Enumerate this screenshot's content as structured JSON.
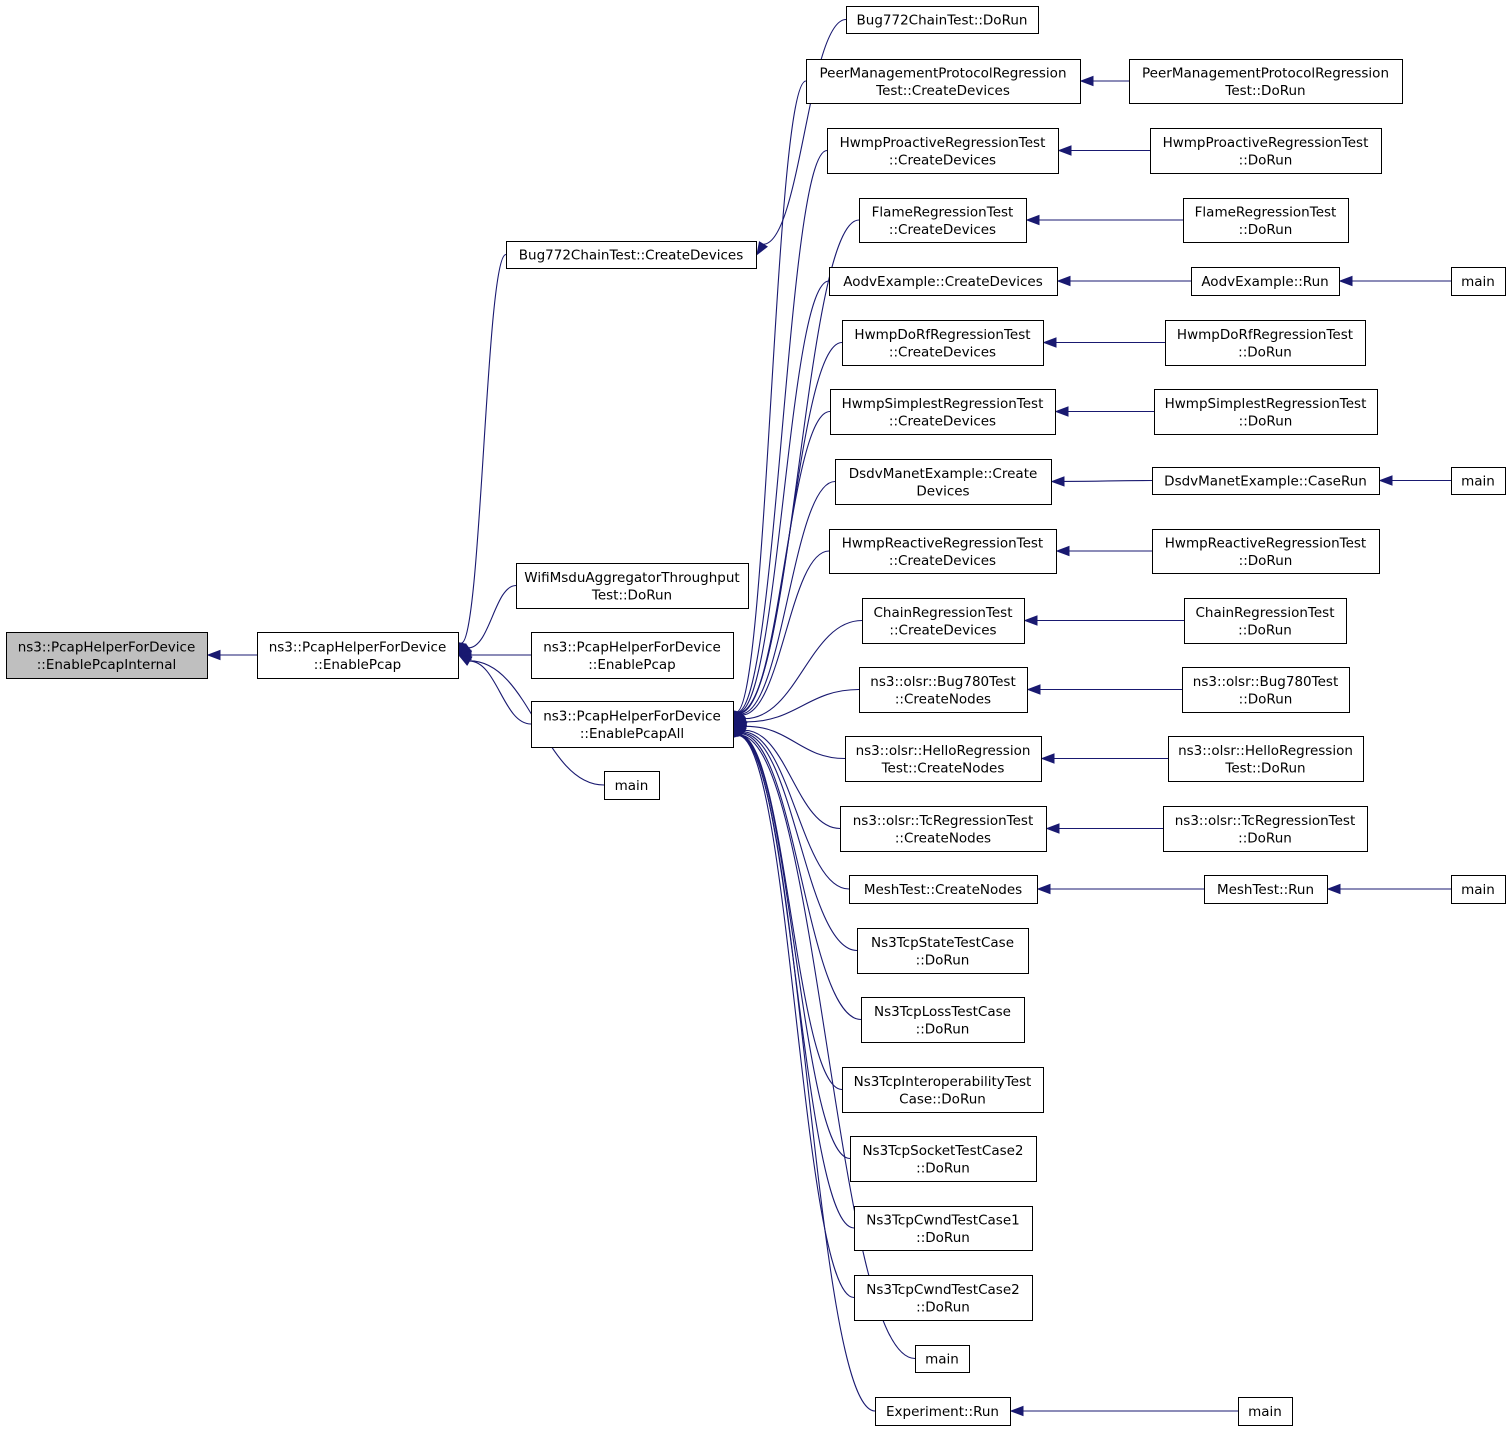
{
  "colors": {
    "edge": "#191970",
    "root_fill": "#bfbfbf",
    "node_fill": "#ffffff",
    "node_border": "#000000"
  },
  "nodes": [
    {
      "id": "root",
      "lines": [
        "ns3::PcapHelperForDevice",
        "::EnablePcapInternal"
      ],
      "highlight": true
    },
    {
      "id": "enablepcap",
      "lines": [
        "ns3::PcapHelperForDevice",
        "::EnablePcap"
      ]
    },
    {
      "id": "bug772cd",
      "lines": [
        "Bug772ChainTest::CreateDevices"
      ]
    },
    {
      "id": "wifimsdu",
      "lines": [
        "WifiMsduAggregatorThroughput",
        "Test::DoRun"
      ]
    },
    {
      "id": "enablepcap2",
      "lines": [
        "ns3::PcapHelperForDevice",
        "::EnablePcap"
      ]
    },
    {
      "id": "enablepcapall",
      "lines": [
        "ns3::PcapHelperForDevice",
        "::EnablePcapAll"
      ]
    },
    {
      "id": "main_c1",
      "lines": [
        "main"
      ]
    },
    {
      "id": "bug772run",
      "lines": [
        "Bug772ChainTest::DoRun"
      ]
    },
    {
      "id": "pmp_cd",
      "lines": [
        "PeerManagementProtocolRegression",
        "Test::CreateDevices"
      ]
    },
    {
      "id": "hwmppro_cd",
      "lines": [
        "HwmpProactiveRegressionTest",
        "::CreateDevices"
      ]
    },
    {
      "id": "flame_cd",
      "lines": [
        "FlameRegressionTest",
        "::CreateDevices"
      ]
    },
    {
      "id": "aodv_cd",
      "lines": [
        "AodvExample::CreateDevices"
      ]
    },
    {
      "id": "hwmpdorf_cd",
      "lines": [
        "HwmpDoRfRegressionTest",
        "::CreateDevices"
      ]
    },
    {
      "id": "hwmpsimp_cd",
      "lines": [
        "HwmpSimplestRegressionTest",
        "::CreateDevices"
      ]
    },
    {
      "id": "dsdv_cd",
      "lines": [
        "DsdvManetExample::Create",
        "Devices"
      ]
    },
    {
      "id": "hwmpreac_cd",
      "lines": [
        "HwmpReactiveRegressionTest",
        "::CreateDevices"
      ]
    },
    {
      "id": "chain_cd",
      "lines": [
        "ChainRegressionTest",
        "::CreateDevices"
      ]
    },
    {
      "id": "bug780_cn",
      "lines": [
        "ns3::olsr::Bug780Test",
        "::CreateNodes"
      ]
    },
    {
      "id": "hello_cn",
      "lines": [
        "ns3::olsr::HelloRegression",
        "Test::CreateNodes"
      ]
    },
    {
      "id": "tc_cn",
      "lines": [
        "ns3::olsr::TcRegressionTest",
        "::CreateNodes"
      ]
    },
    {
      "id": "mesh_cn",
      "lines": [
        "MeshTest::CreateNodes"
      ]
    },
    {
      "id": "tcpstate",
      "lines": [
        "Ns3TcpStateTestCase",
        "::DoRun"
      ]
    },
    {
      "id": "tcploss",
      "lines": [
        "Ns3TcpLossTestCase",
        "::DoRun"
      ]
    },
    {
      "id": "tcpinterop",
      "lines": [
        "Ns3TcpInteroperabilityTest",
        "Case::DoRun"
      ]
    },
    {
      "id": "tcpsock2",
      "lines": [
        "Ns3TcpSocketTestCase2",
        "::DoRun"
      ]
    },
    {
      "id": "tcpcwnd1",
      "lines": [
        "Ns3TcpCwndTestCase1",
        "::DoRun"
      ]
    },
    {
      "id": "tcpcwnd2",
      "lines": [
        "Ns3TcpCwndTestCase2",
        "::DoRun"
      ]
    },
    {
      "id": "main_c3",
      "lines": [
        "main"
      ]
    },
    {
      "id": "exprun",
      "lines": [
        "Experiment::Run"
      ]
    },
    {
      "id": "pmp_run",
      "lines": [
        "PeerManagementProtocolRegression",
        "Test::DoRun"
      ]
    },
    {
      "id": "hwmppro_run",
      "lines": [
        "HwmpProactiveRegressionTest",
        "::DoRun"
      ]
    },
    {
      "id": "flame_run",
      "lines": [
        "FlameRegressionTest",
        "::DoRun"
      ]
    },
    {
      "id": "aodv_run",
      "lines": [
        "AodvExample::Run"
      ]
    },
    {
      "id": "hwmpdorf_run",
      "lines": [
        "HwmpDoRfRegressionTest",
        "::DoRun"
      ]
    },
    {
      "id": "hwmpsimp_run",
      "lines": [
        "HwmpSimplestRegressionTest",
        "::DoRun"
      ]
    },
    {
      "id": "dsdv_run",
      "lines": [
        "DsdvManetExample::CaseRun"
      ]
    },
    {
      "id": "hwmpreac_run",
      "lines": [
        "HwmpReactiveRegressionTest",
        "::DoRun"
      ]
    },
    {
      "id": "chain_run",
      "lines": [
        "ChainRegressionTest",
        "::DoRun"
      ]
    },
    {
      "id": "bug780_run",
      "lines": [
        "ns3::olsr::Bug780Test",
        "::DoRun"
      ]
    },
    {
      "id": "hello_run",
      "lines": [
        "ns3::olsr::HelloRegression",
        "Test::DoRun"
      ]
    },
    {
      "id": "tc_run",
      "lines": [
        "ns3::olsr::TcRegressionTest",
        "::DoRun"
      ]
    },
    {
      "id": "mesh_run",
      "lines": [
        "MeshTest::Run"
      ]
    },
    {
      "id": "exp_main",
      "lines": [
        "main"
      ]
    },
    {
      "id": "aodv_main",
      "lines": [
        "main"
      ]
    },
    {
      "id": "dsdv_main",
      "lines": [
        "main"
      ]
    },
    {
      "id": "mesh_main",
      "lines": [
        "main"
      ]
    }
  ],
  "edges": [
    [
      "enablepcap",
      "root"
    ],
    [
      "bug772cd",
      "enablepcap"
    ],
    [
      "wifimsdu",
      "enablepcap"
    ],
    [
      "enablepcap2",
      "enablepcap"
    ],
    [
      "enablepcapall",
      "enablepcap"
    ],
    [
      "main_c1",
      "enablepcap"
    ],
    [
      "bug772run",
      "bug772cd"
    ],
    [
      "pmp_cd",
      "enablepcapall"
    ],
    [
      "hwmppro_cd",
      "enablepcapall"
    ],
    [
      "flame_cd",
      "enablepcapall"
    ],
    [
      "aodv_cd",
      "enablepcapall"
    ],
    [
      "hwmpdorf_cd",
      "enablepcapall"
    ],
    [
      "hwmpsimp_cd",
      "enablepcapall"
    ],
    [
      "dsdv_cd",
      "enablepcapall"
    ],
    [
      "hwmpreac_cd",
      "enablepcapall"
    ],
    [
      "chain_cd",
      "enablepcapall"
    ],
    [
      "bug780_cn",
      "enablepcapall"
    ],
    [
      "hello_cn",
      "enablepcapall"
    ],
    [
      "tc_cn",
      "enablepcapall"
    ],
    [
      "mesh_cn",
      "enablepcapall"
    ],
    [
      "tcpstate",
      "enablepcapall"
    ],
    [
      "tcploss",
      "enablepcapall"
    ],
    [
      "tcpinterop",
      "enablepcapall"
    ],
    [
      "tcpsock2",
      "enablepcapall"
    ],
    [
      "tcpcwnd1",
      "enablepcapall"
    ],
    [
      "tcpcwnd2",
      "enablepcapall"
    ],
    [
      "main_c3",
      "enablepcapall"
    ],
    [
      "exprun",
      "enablepcapall"
    ],
    [
      "pmp_run",
      "pmp_cd"
    ],
    [
      "hwmppro_run",
      "hwmppro_cd"
    ],
    [
      "flame_run",
      "flame_cd"
    ],
    [
      "aodv_run",
      "aodv_cd"
    ],
    [
      "hwmpdorf_run",
      "hwmpdorf_cd"
    ],
    [
      "hwmpsimp_run",
      "hwmpsimp_cd"
    ],
    [
      "dsdv_run",
      "dsdv_cd"
    ],
    [
      "hwmpreac_run",
      "hwmpreac_cd"
    ],
    [
      "chain_run",
      "chain_cd"
    ],
    [
      "bug780_run",
      "bug780_cn"
    ],
    [
      "hello_run",
      "hello_cn"
    ],
    [
      "tc_run",
      "tc_cn"
    ],
    [
      "mesh_run",
      "mesh_cn"
    ],
    [
      "exp_main",
      "exprun"
    ],
    [
      "aodv_main",
      "aodv_run"
    ],
    [
      "dsdv_main",
      "dsdv_run"
    ],
    [
      "mesh_main",
      "mesh_run"
    ]
  ]
}
